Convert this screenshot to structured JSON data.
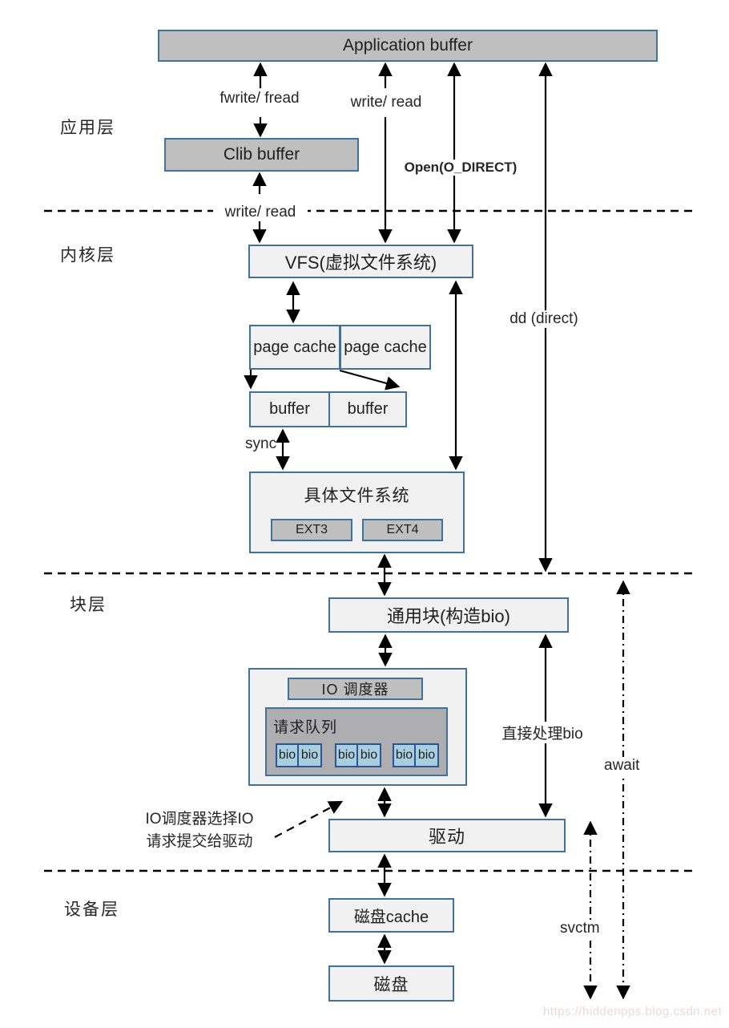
{
  "diagram": {
    "title_hint": "Linux I/O stack diagram",
    "layer_labels": {
      "application": "应用层",
      "kernel": "内核层",
      "block": "块层",
      "device": "设备层"
    },
    "boxes": {
      "application_buffer": "Application buffer",
      "clib_buffer": "Clib buffer",
      "vfs": "VFS(虚拟文件系统)",
      "page_cache_left": "page cache",
      "page_cache_right": "page cache",
      "buffer_left": "buffer",
      "buffer_right": "buffer",
      "concrete_fs": "具体文件系统",
      "ext3": "EXT3",
      "ext4": "EXT4",
      "generic_block": "通用块(构造bio)",
      "io_scheduler": "IO 调度器",
      "request_queue": "请求队列",
      "driver": "驱动",
      "disk_cache": "磁盘cache",
      "disk": "磁盘"
    },
    "bio_cells": [
      "bio",
      "bio",
      "bio",
      "bio",
      "bio",
      "bio"
    ],
    "edge_labels": {
      "fwrite_fread": "fwrite/ fread",
      "write_read_top": "write/ read",
      "write_read_kernel": "write/ read",
      "open_direct": "Open(O_DIRECT)",
      "dd_direct": "dd (direct)",
      "sync": "sync",
      "direct_bio": "直接处理bio",
      "await": "await",
      "svctm": "svctm"
    },
    "annotation": {
      "line1": "IO调度器选择IO",
      "line2": "请求提交给驱动"
    },
    "watermark": "https://hiddenpps.blog.csdn.net",
    "colors": {
      "box_border": "#41719c",
      "gray_fill": "#bfbfbf",
      "light_fill": "#f1f1f1",
      "queue_fill": "#aeaeb0",
      "bio_fill": "#a8cfe0",
      "bio_border": "#2f5496",
      "arrow": "#000000",
      "watermark": "#ecd9d9"
    }
  }
}
